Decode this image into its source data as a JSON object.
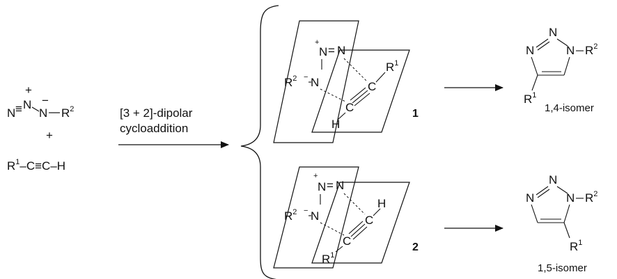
{
  "reagents": {
    "azide_n_left": "N",
    "azide_eq": "≡",
    "azide_n_mid": "N",
    "azide_plus": "+",
    "azide_n_right": "N",
    "azide_minus": "−",
    "azide_dash": "–",
    "r2": "R",
    "r2_sup": "2",
    "plus_between": "+",
    "alkyne_r1": "R",
    "alkyne_r1_sup": "1",
    "alkyne_rest": "–C≡C–H"
  },
  "reaction_arrow": {
    "line1": "[3 + 2]-dipolar",
    "line2": "cycloaddition"
  },
  "ts1": {
    "plus": "+",
    "n_top": "N",
    "eq": "=",
    "n_top2": "N",
    "r2": "R",
    "r2_sup": "2",
    "minus": "−",
    "n_left": "N",
    "c_top": "C",
    "r1": "R",
    "r1_sup": "1",
    "c_bottom": "C",
    "h": "H",
    "label": "1"
  },
  "ts2": {
    "plus": "+",
    "n_top": "N",
    "eq": "=",
    "n_top2": "N",
    "r2": "R",
    "r2_sup": "2",
    "minus": "−",
    "n_left": "N",
    "c_top": "C",
    "h": "H",
    "c_bottom": "C",
    "r1": "R",
    "r1_sup": "1",
    "label": "2"
  },
  "product1": {
    "n_top": "N",
    "n_left": "N",
    "n_right": "N",
    "r2": "R",
    "r2_sup": "2",
    "r1": "R",
    "r1_sup": "1",
    "caption": "1,4-isomer"
  },
  "product2": {
    "n_top": "N",
    "n_left": "N",
    "n_right": "N",
    "r2": "R",
    "r2_sup": "2",
    "r1": "R",
    "r1_sup": "1",
    "caption": "1,5-isomer"
  }
}
